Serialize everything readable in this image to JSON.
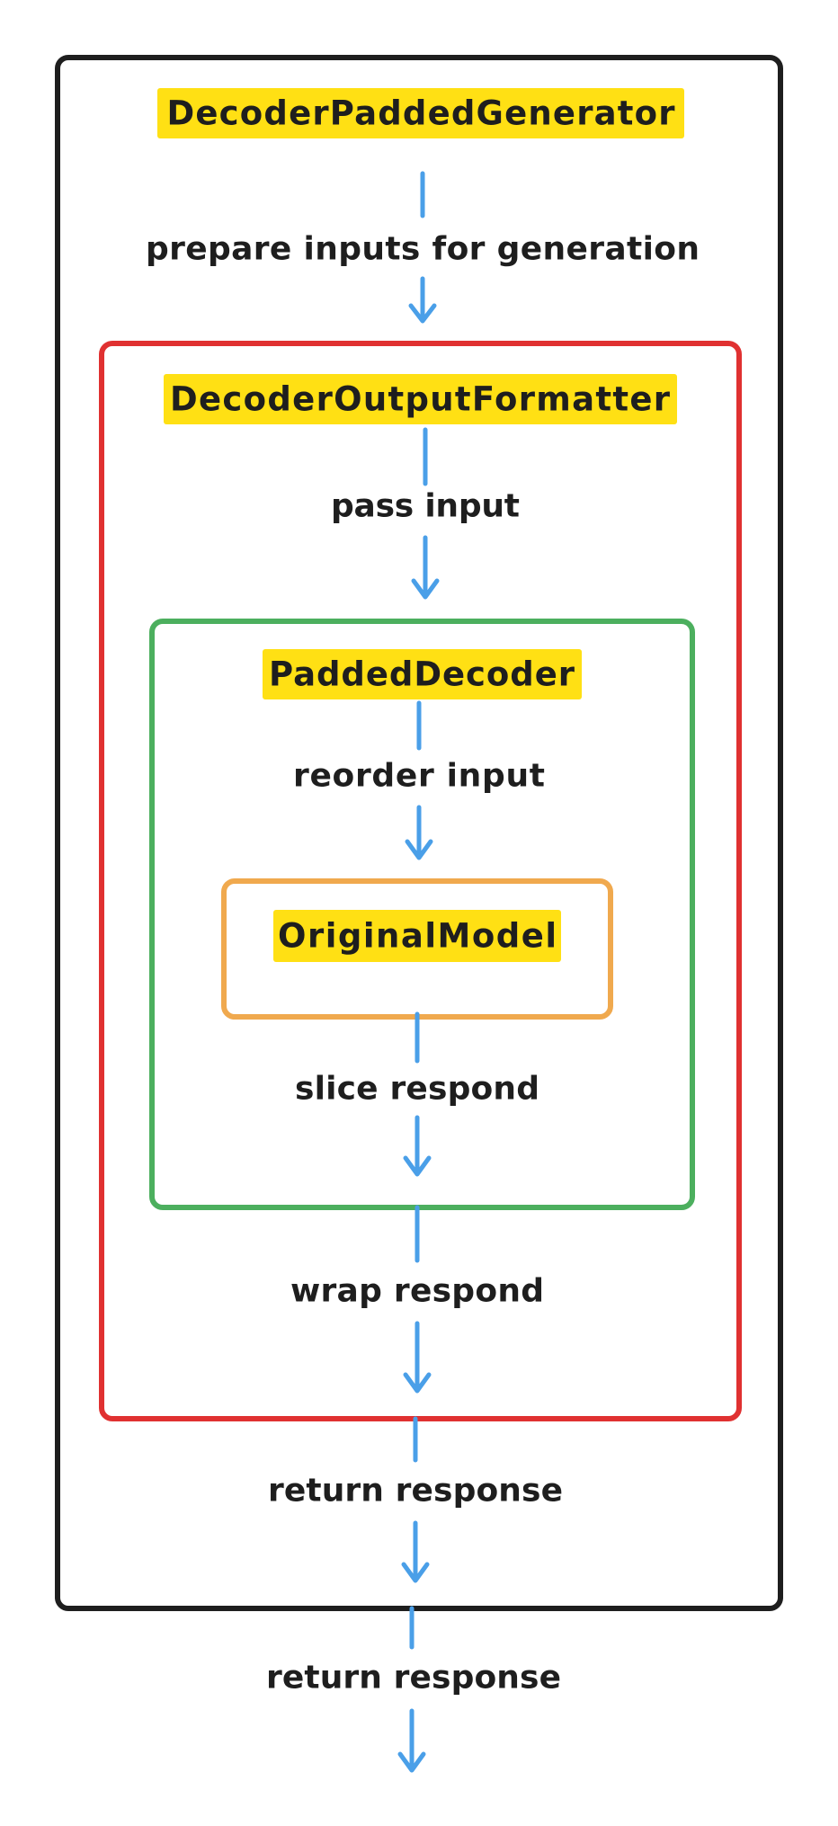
{
  "nodes": {
    "generator": {
      "title": "DecoderPaddedGenerator",
      "border_color": "#1e1e1e"
    },
    "formatter": {
      "title": "DecoderOutputFormatter",
      "border_color": "#e03131"
    },
    "padded_decoder": {
      "title": "PaddedDecoder",
      "border_color": "#4caf5e"
    },
    "original_model": {
      "title": "OriginalModel",
      "border_color": "#f0a94e"
    }
  },
  "edges": [
    {
      "label": "prepare inputs for generation"
    },
    {
      "label": "pass input"
    },
    {
      "label": "reorder input"
    },
    {
      "label": "slice respond"
    },
    {
      "label": "wrap respond"
    },
    {
      "label": "return response"
    },
    {
      "label": "return response"
    }
  ],
  "colors": {
    "arrow": "#4a9fe8",
    "title_highlight": "#FFE014",
    "text": "#1e1e1e"
  }
}
